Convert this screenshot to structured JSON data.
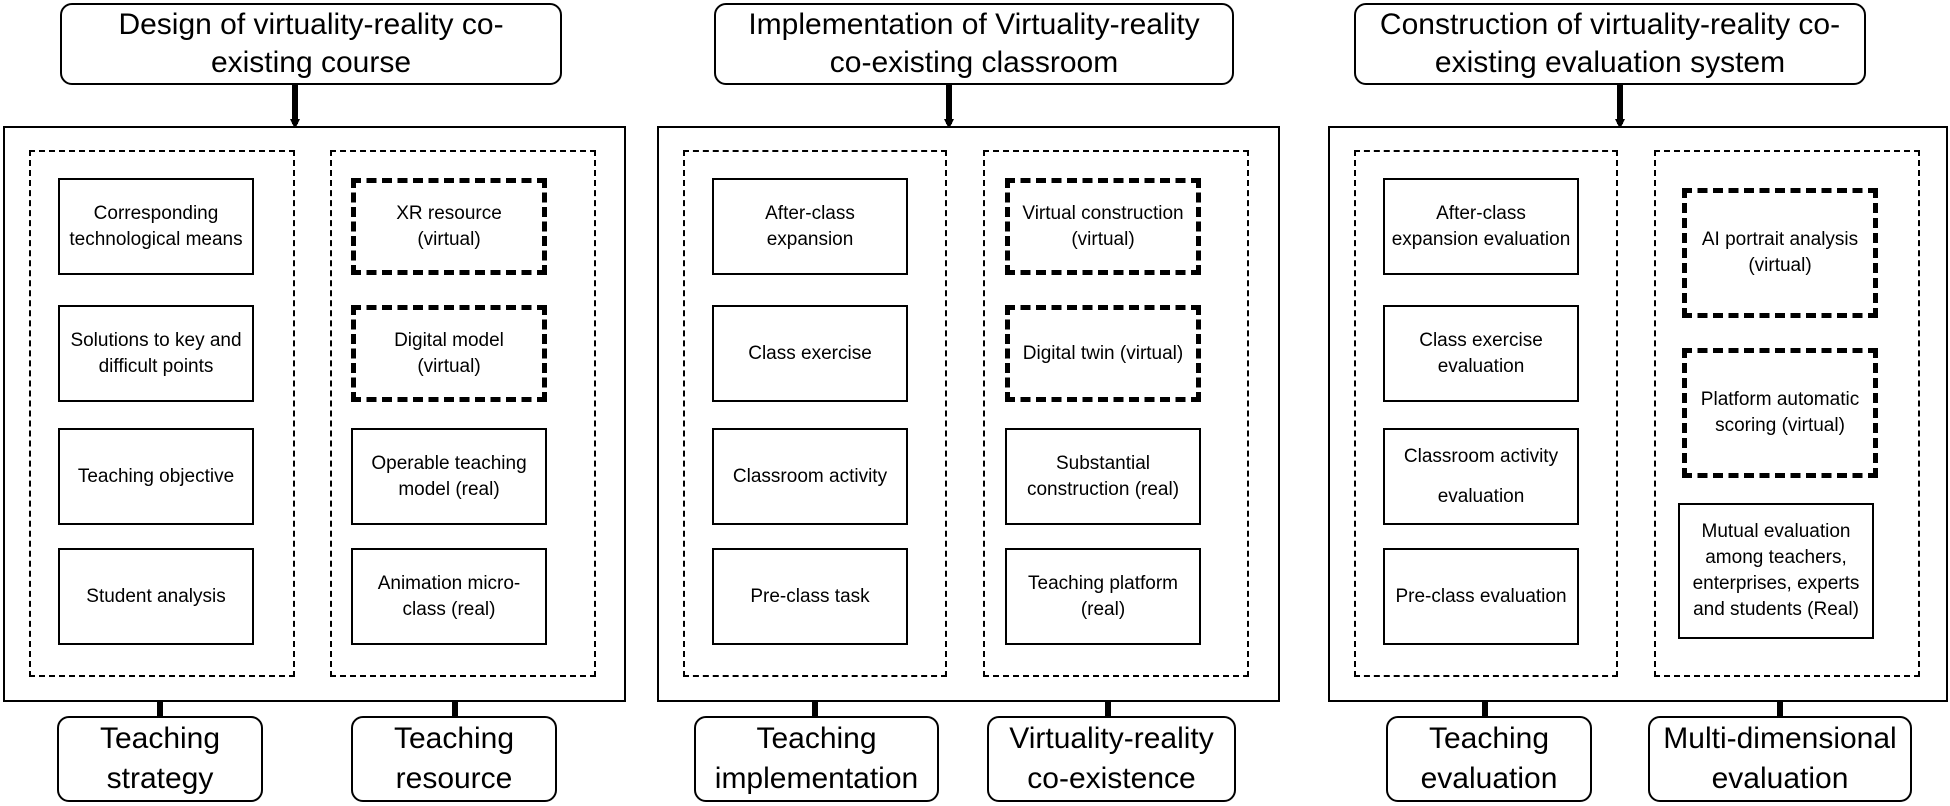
{
  "modules": [
    {
      "title": "Design of virtuality-reality co-existing course",
      "left_items": [
        "Corresponding technological means",
        "Solutions to key and difficult points",
        "Teaching objective",
        "Student analysis"
      ],
      "right_items": [
        "XR resource (virtual)",
        "Digital model (virtual)",
        "Operable teaching model (real)",
        "Animation micro-class (real)"
      ],
      "bottom_left": "Teaching strategy",
      "bottom_right": "Teaching resource"
    },
    {
      "title": "Implementation of Virtuality-reality co-existing classroom",
      "left_items": [
        "After-class expansion",
        "Class exercise",
        "Classroom activity",
        "Pre-class task"
      ],
      "right_items": [
        "Virtual construction (virtual)",
        "Digital twin (virtual)",
        "Substantial construction (real)",
        "Teaching platform (real)"
      ],
      "bottom_left": "Teaching implementation",
      "bottom_right": "Virtuality-reality co-existence"
    },
    {
      "title": "Construction of virtuality-reality co-existing evaluation system",
      "left_items": [
        "After-class expansion evaluation",
        "Class exercise evaluation",
        "Classroom activity evaluation",
        "Pre-class evaluation"
      ],
      "right_items": [
        "AI portrait analysis (virtual)",
        "Platform automatic scoring (virtual)",
        "Mutual evaluation among teachers, enterprises, experts and students (Real)"
      ],
      "bottom_left": "Teaching evaluation",
      "bottom_right": "Multi-dimensional evaluation"
    }
  ]
}
